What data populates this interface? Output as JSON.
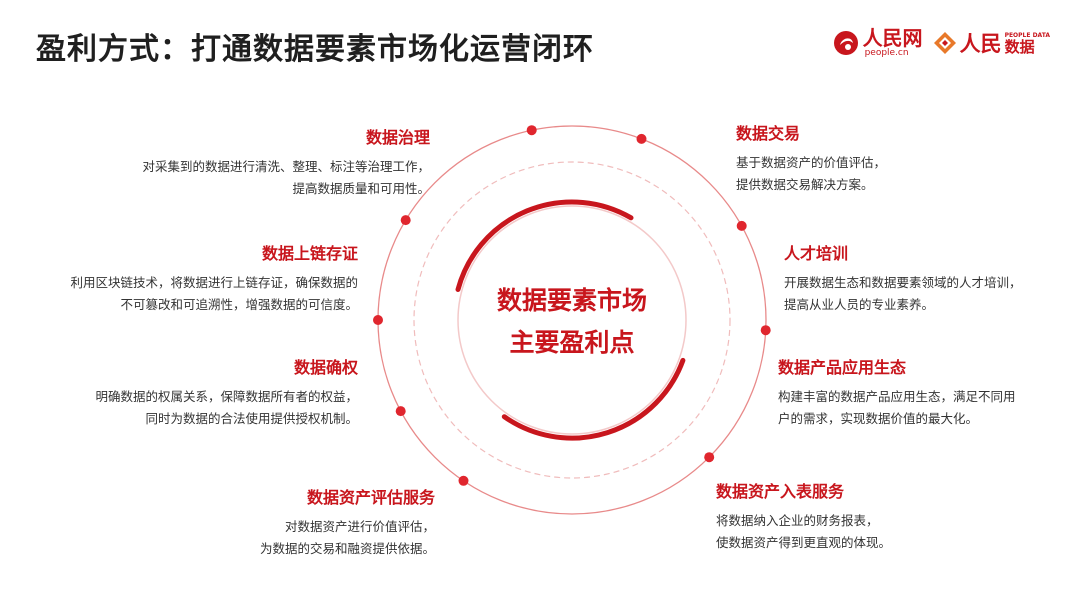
{
  "title": "盈利方式：打通数据要素市场化运营闭环",
  "logos": {
    "people_cn": "人民网",
    "people_en": "people.cn",
    "data_cn": "人民",
    "data_en": "PEOPLE DATA",
    "data_word": "数据"
  },
  "center": {
    "line1": "数据要素市场",
    "line2": "主要盈利点"
  },
  "left_items": [
    {
      "title": "数据治理",
      "desc1": "对采集到的数据进行清洗、整理、标注等治理工作，",
      "desc2": "提高数据质量和可用性。"
    },
    {
      "title": "数据上链存证",
      "desc1": "利用区块链技术，将数据进行上链存证，确保数据的",
      "desc2": "不可篡改和可追溯性，增强数据的可信度。"
    },
    {
      "title": "数据确权",
      "desc1": "明确数据的权属关系，保障数据所有者的权益，",
      "desc2": "同时为数据的合法使用提供授权机制。"
    },
    {
      "title": "数据资产评估服务",
      "desc1": "对数据资产进行价值评估，",
      "desc2": "为数据的交易和融资提供依据。"
    }
  ],
  "right_items": [
    {
      "title": "数据交易",
      "desc1": "基于数据资产的价值评估，",
      "desc2": "提供数据交易解决方案。"
    },
    {
      "title": "人才培训",
      "desc1": "开展数据生态和数据要素领域的人才培训，",
      "desc2": "提高从业人员的专业素养。"
    },
    {
      "title": "数据产品应用生态",
      "desc1": "构建丰富的数据产品应用生态，满足不同用",
      "desc2": "户的需求，实现数据价值的最大化。"
    },
    {
      "title": "数据资产入表服务",
      "desc1": "将数据纳入企业的财务报表，",
      "desc2": "使数据资产得到更直观的体现。"
    }
  ],
  "colors": {
    "accent": "#c8161d",
    "ring_light": "#f2c0c0",
    "text": "#333333",
    "title": "#1f1f1f"
  }
}
